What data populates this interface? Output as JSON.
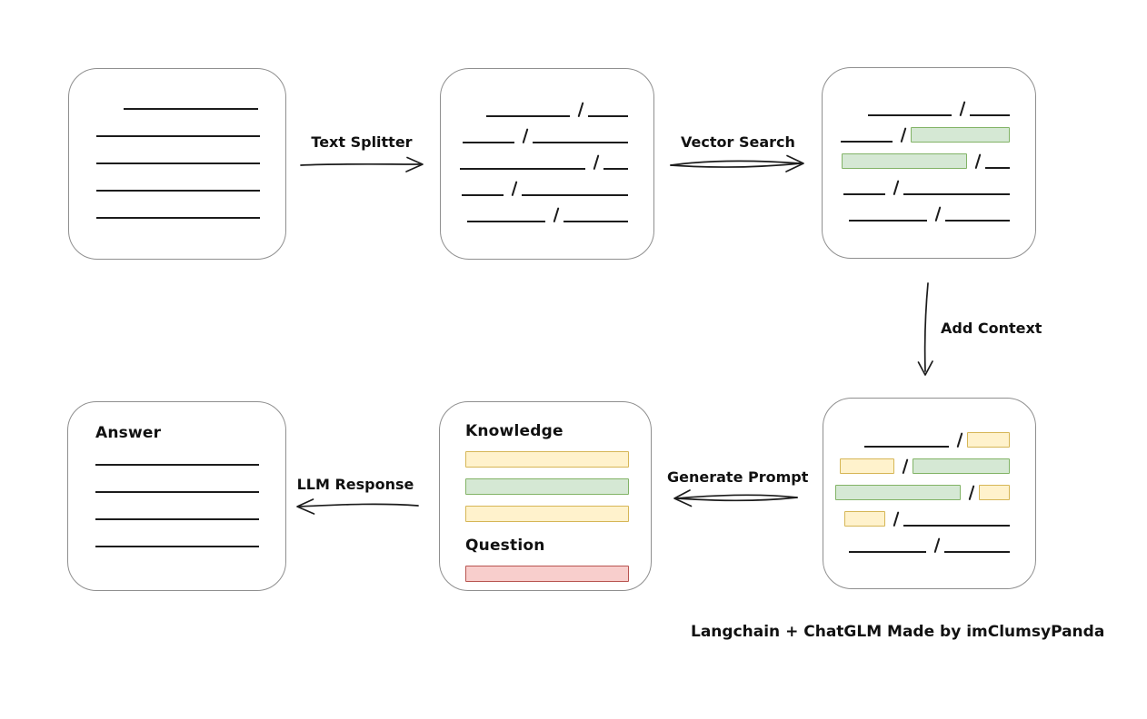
{
  "caption": "Langchain + ChatGLM Made by imClumsyPanda",
  "colors": {
    "line": "#1c1c1c",
    "panel_border": "#8f8f8f",
    "green_fill": "#d5e8d4",
    "green_border": "#82b366",
    "yellow_fill": "#fff2cc",
    "yellow_border": "#d6b656",
    "red_fill": "#f8cecc",
    "red_border": "#b85450"
  },
  "arrows": {
    "text_splitter": {
      "label": "Text Splitter",
      "direction": "right"
    },
    "vector_search": {
      "label": "Vector Search",
      "direction": "right"
    },
    "add_context": {
      "label": "Add Context",
      "direction": "down"
    },
    "generate_prompt": {
      "label": "Generate Prompt",
      "direction": "left"
    },
    "llm_response": {
      "label": "LLM Response",
      "direction": "left"
    }
  },
  "boxes": {
    "document": {
      "line_count": 5
    },
    "chunks": {
      "rows": [
        [
          {
            "t": "line",
            "w": 92
          },
          {
            "t": "slash"
          },
          {
            "t": "line",
            "w": 44
          }
        ],
        [
          {
            "t": "line",
            "w": 57
          },
          {
            "t": "slash"
          },
          {
            "t": "line",
            "w": 105
          }
        ],
        [
          {
            "t": "line",
            "w": 138
          },
          {
            "t": "slash"
          },
          {
            "t": "line",
            "w": 27
          }
        ],
        [
          {
            "t": "line",
            "w": 46
          },
          {
            "t": "slash"
          },
          {
            "t": "line",
            "w": 117
          }
        ],
        [
          {
            "t": "line",
            "w": 86
          },
          {
            "t": "slash"
          },
          {
            "t": "line",
            "w": 71
          }
        ]
      ]
    },
    "search_results": {
      "rows": [
        [
          {
            "t": "line",
            "w": 92
          },
          {
            "t": "slash"
          },
          {
            "t": "line",
            "w": 44
          }
        ],
        [
          {
            "t": "line",
            "w": 57
          },
          {
            "t": "slash"
          },
          {
            "t": "green",
            "w": 109
          }
        ],
        [
          {
            "t": "green",
            "w": 138
          },
          {
            "t": "slash"
          },
          {
            "t": "line",
            "w": 27
          }
        ],
        [
          {
            "t": "line",
            "w": 46
          },
          {
            "t": "slash"
          },
          {
            "t": "line",
            "w": 117
          }
        ],
        [
          {
            "t": "line",
            "w": 86
          },
          {
            "t": "slash"
          },
          {
            "t": "line",
            "w": 71
          }
        ]
      ]
    },
    "context": {
      "rows": [
        [
          {
            "t": "line",
            "w": 93
          },
          {
            "t": "slash"
          },
          {
            "t": "yellow",
            "w": 47
          }
        ],
        [
          {
            "t": "yellow",
            "w": 60
          },
          {
            "t": "slash"
          },
          {
            "t": "green",
            "w": 107
          }
        ],
        [
          {
            "t": "green",
            "w": 138
          },
          {
            "t": "slash"
          },
          {
            "t": "yellow",
            "w": 34
          }
        ],
        [
          {
            "t": "yellow",
            "w": 45
          },
          {
            "t": "slash"
          },
          {
            "t": "line",
            "w": 117
          }
        ],
        [
          {
            "t": "line",
            "w": 85
          },
          {
            "t": "slash"
          },
          {
            "t": "line",
            "w": 72
          }
        ]
      ]
    },
    "prompt": {
      "knowledge_label": "Knowledge",
      "question_label": "Question",
      "knowledge_bars": [
        "yellow",
        "green",
        "yellow"
      ],
      "question_bars": [
        "red"
      ]
    },
    "answer": {
      "label": "Answer",
      "line_count": 4
    }
  }
}
